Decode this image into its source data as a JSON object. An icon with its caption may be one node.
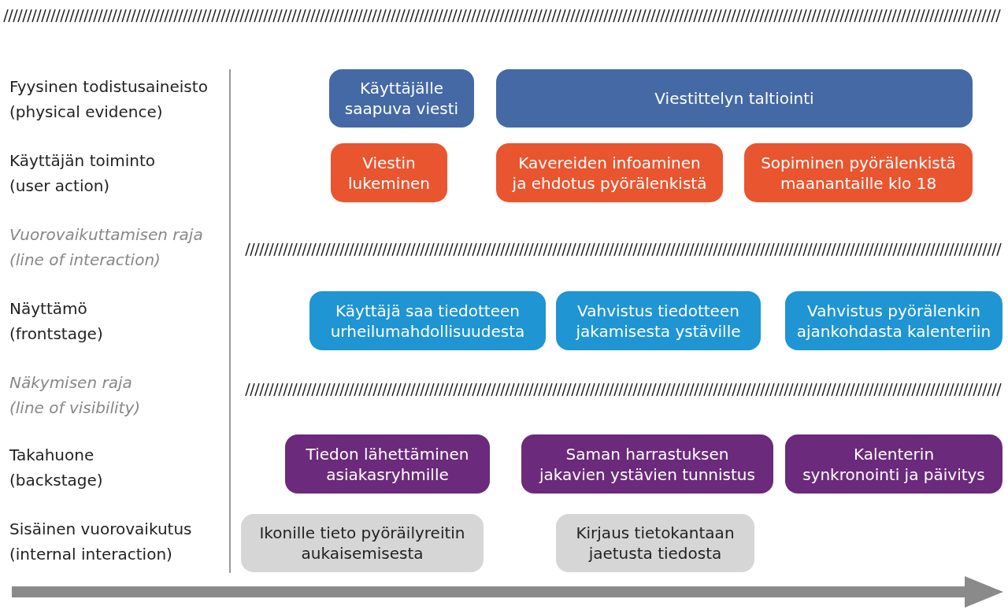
{
  "diagram": {
    "nodes": [
      {
        "text": [
          "Käyttäjälle saapuva viesti"
        ]
      },
      {
        "text": [
          "Viestittelyn taltiointi"
        ]
      },
      {
        "text": [
          "Viestin lukeminen"
        ]
      },
      {
        "text": [
          "Kavereiden infoaminen ja ehdotus pyörälenkistä"
        ]
      },
      {
        "text": [
          "Sopiminen pyörälenkistä maanantaille klo 18"
        ]
      },
      {
        "text": [
          "Käyttäjä saa tiedotteen urheilumahdollisuudesta"
        ]
      },
      {
        "text": [
          "Vahvistus tiedotteen jakamisesta ystäville"
        ]
      },
      {
        "text": [
          "Vahvistus pyörälenkin ajankohdasta kalenteriin"
        ]
      },
      {
        "text": [
          "Tiedon lähettäminen asiakasryhmille"
        ]
      },
      {
        "text": [
          "Saman harrastuksen jakavien ystävien tunnistus"
        ]
      },
      {
        "text": [
          "Kalenterin synkronointi ja päivitys"
        ]
      },
      {
        "text": [
          "Ikonille tieto pyöräilyreitin aukaisemisesta"
        ]
      },
      {
        "text": [
          "Kirjaus tietokantaan jaetusta tiedosta"
        ]
      }
    ],
    "labels": [
      "Fyysinen todistusaineisto",
      "(physical evidence)",
      "Käyttäjän toiminto",
      "(user action)",
      "Vuorovaikuttamisen raja",
      "(line of interaction)",
      "Näyttämö",
      "(frontstage)",
      "Näkymisen raja",
      "(line of visibility)",
      "Takahuone",
      "(backstage)",
      "Sisäinen vuorovaikutus",
      "(internal interaction)"
    ]
  }
}
